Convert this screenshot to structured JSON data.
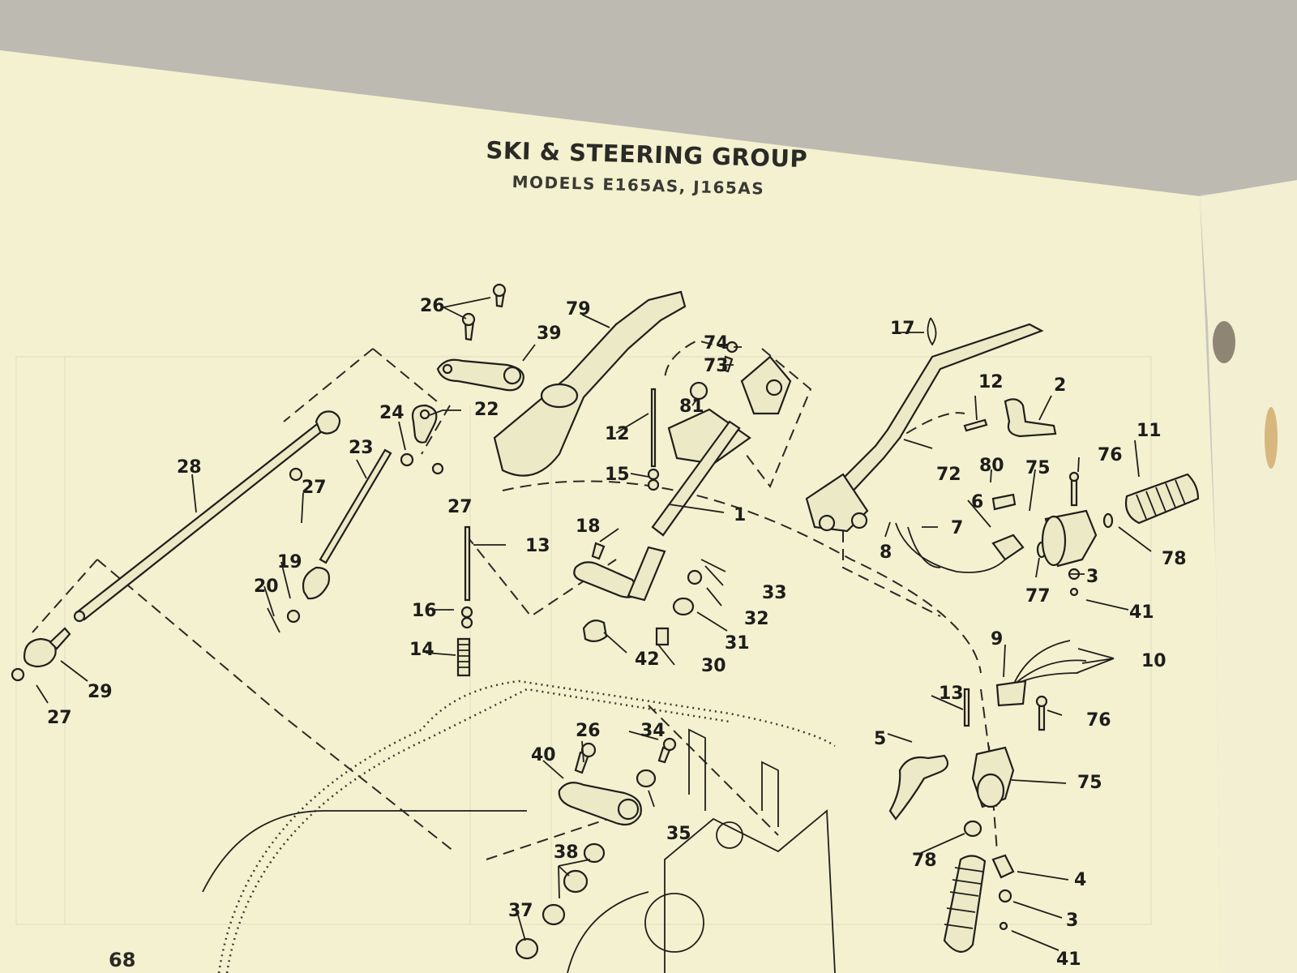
{
  "page": {
    "title": "SKI & STEERING GROUP",
    "subtitle": "MODELS E165AS, J165AS",
    "page_number": "68"
  },
  "diagram": {
    "callouts": [
      {
        "id": "c26a",
        "text": "26"
      },
      {
        "id": "c79",
        "text": "79"
      },
      {
        "id": "c39",
        "text": "39"
      },
      {
        "id": "c74",
        "text": "74"
      },
      {
        "id": "c73",
        "text": "73"
      },
      {
        "id": "c17",
        "text": "17"
      },
      {
        "id": "c12a",
        "text": "12"
      },
      {
        "id": "c2",
        "text": "2"
      },
      {
        "id": "c81",
        "text": "81"
      },
      {
        "id": "c24",
        "text": "24"
      },
      {
        "id": "c22",
        "text": "22"
      },
      {
        "id": "c12b",
        "text": "12"
      },
      {
        "id": "c28",
        "text": "28"
      },
      {
        "id": "c23",
        "text": "23"
      },
      {
        "id": "c72",
        "text": "72"
      },
      {
        "id": "c15",
        "text": "15"
      },
      {
        "id": "c11",
        "text": "11"
      },
      {
        "id": "c80",
        "text": "80"
      },
      {
        "id": "c75a",
        "text": "75"
      },
      {
        "id": "c76a",
        "text": "76"
      },
      {
        "id": "c27a",
        "text": "27"
      },
      {
        "id": "c1",
        "text": "1"
      },
      {
        "id": "c6",
        "text": "6"
      },
      {
        "id": "c27b",
        "text": "27"
      },
      {
        "id": "c18",
        "text": "18"
      },
      {
        "id": "c13a",
        "text": "13"
      },
      {
        "id": "c7",
        "text": "7"
      },
      {
        "id": "c8",
        "text": "8"
      },
      {
        "id": "c78a",
        "text": "78"
      },
      {
        "id": "c19",
        "text": "19"
      },
      {
        "id": "c3a",
        "text": "3"
      },
      {
        "id": "c20",
        "text": "20"
      },
      {
        "id": "c33",
        "text": "33"
      },
      {
        "id": "c77",
        "text": "77"
      },
      {
        "id": "c16",
        "text": "16"
      },
      {
        "id": "c41a",
        "text": "41"
      },
      {
        "id": "c32",
        "text": "32"
      },
      {
        "id": "c31",
        "text": "31"
      },
      {
        "id": "c9",
        "text": "9"
      },
      {
        "id": "c14",
        "text": "14"
      },
      {
        "id": "c42",
        "text": "42"
      },
      {
        "id": "c10",
        "text": "10"
      },
      {
        "id": "c30",
        "text": "30"
      },
      {
        "id": "c29",
        "text": "29"
      },
      {
        "id": "c27c",
        "text": "27"
      },
      {
        "id": "c13b",
        "text": "13"
      },
      {
        "id": "c76b",
        "text": "76"
      },
      {
        "id": "c26b",
        "text": "26"
      },
      {
        "id": "c34",
        "text": "34"
      },
      {
        "id": "c5",
        "text": "5"
      },
      {
        "id": "c40",
        "text": "40"
      },
      {
        "id": "c75b",
        "text": "75"
      },
      {
        "id": "c35",
        "text": "35"
      },
      {
        "id": "c38",
        "text": "38"
      },
      {
        "id": "c78b",
        "text": "78"
      },
      {
        "id": "c4",
        "text": "4"
      },
      {
        "id": "c37",
        "text": "37"
      },
      {
        "id": "c3b",
        "text": "3"
      },
      {
        "id": "c41b",
        "text": "41"
      }
    ]
  }
}
